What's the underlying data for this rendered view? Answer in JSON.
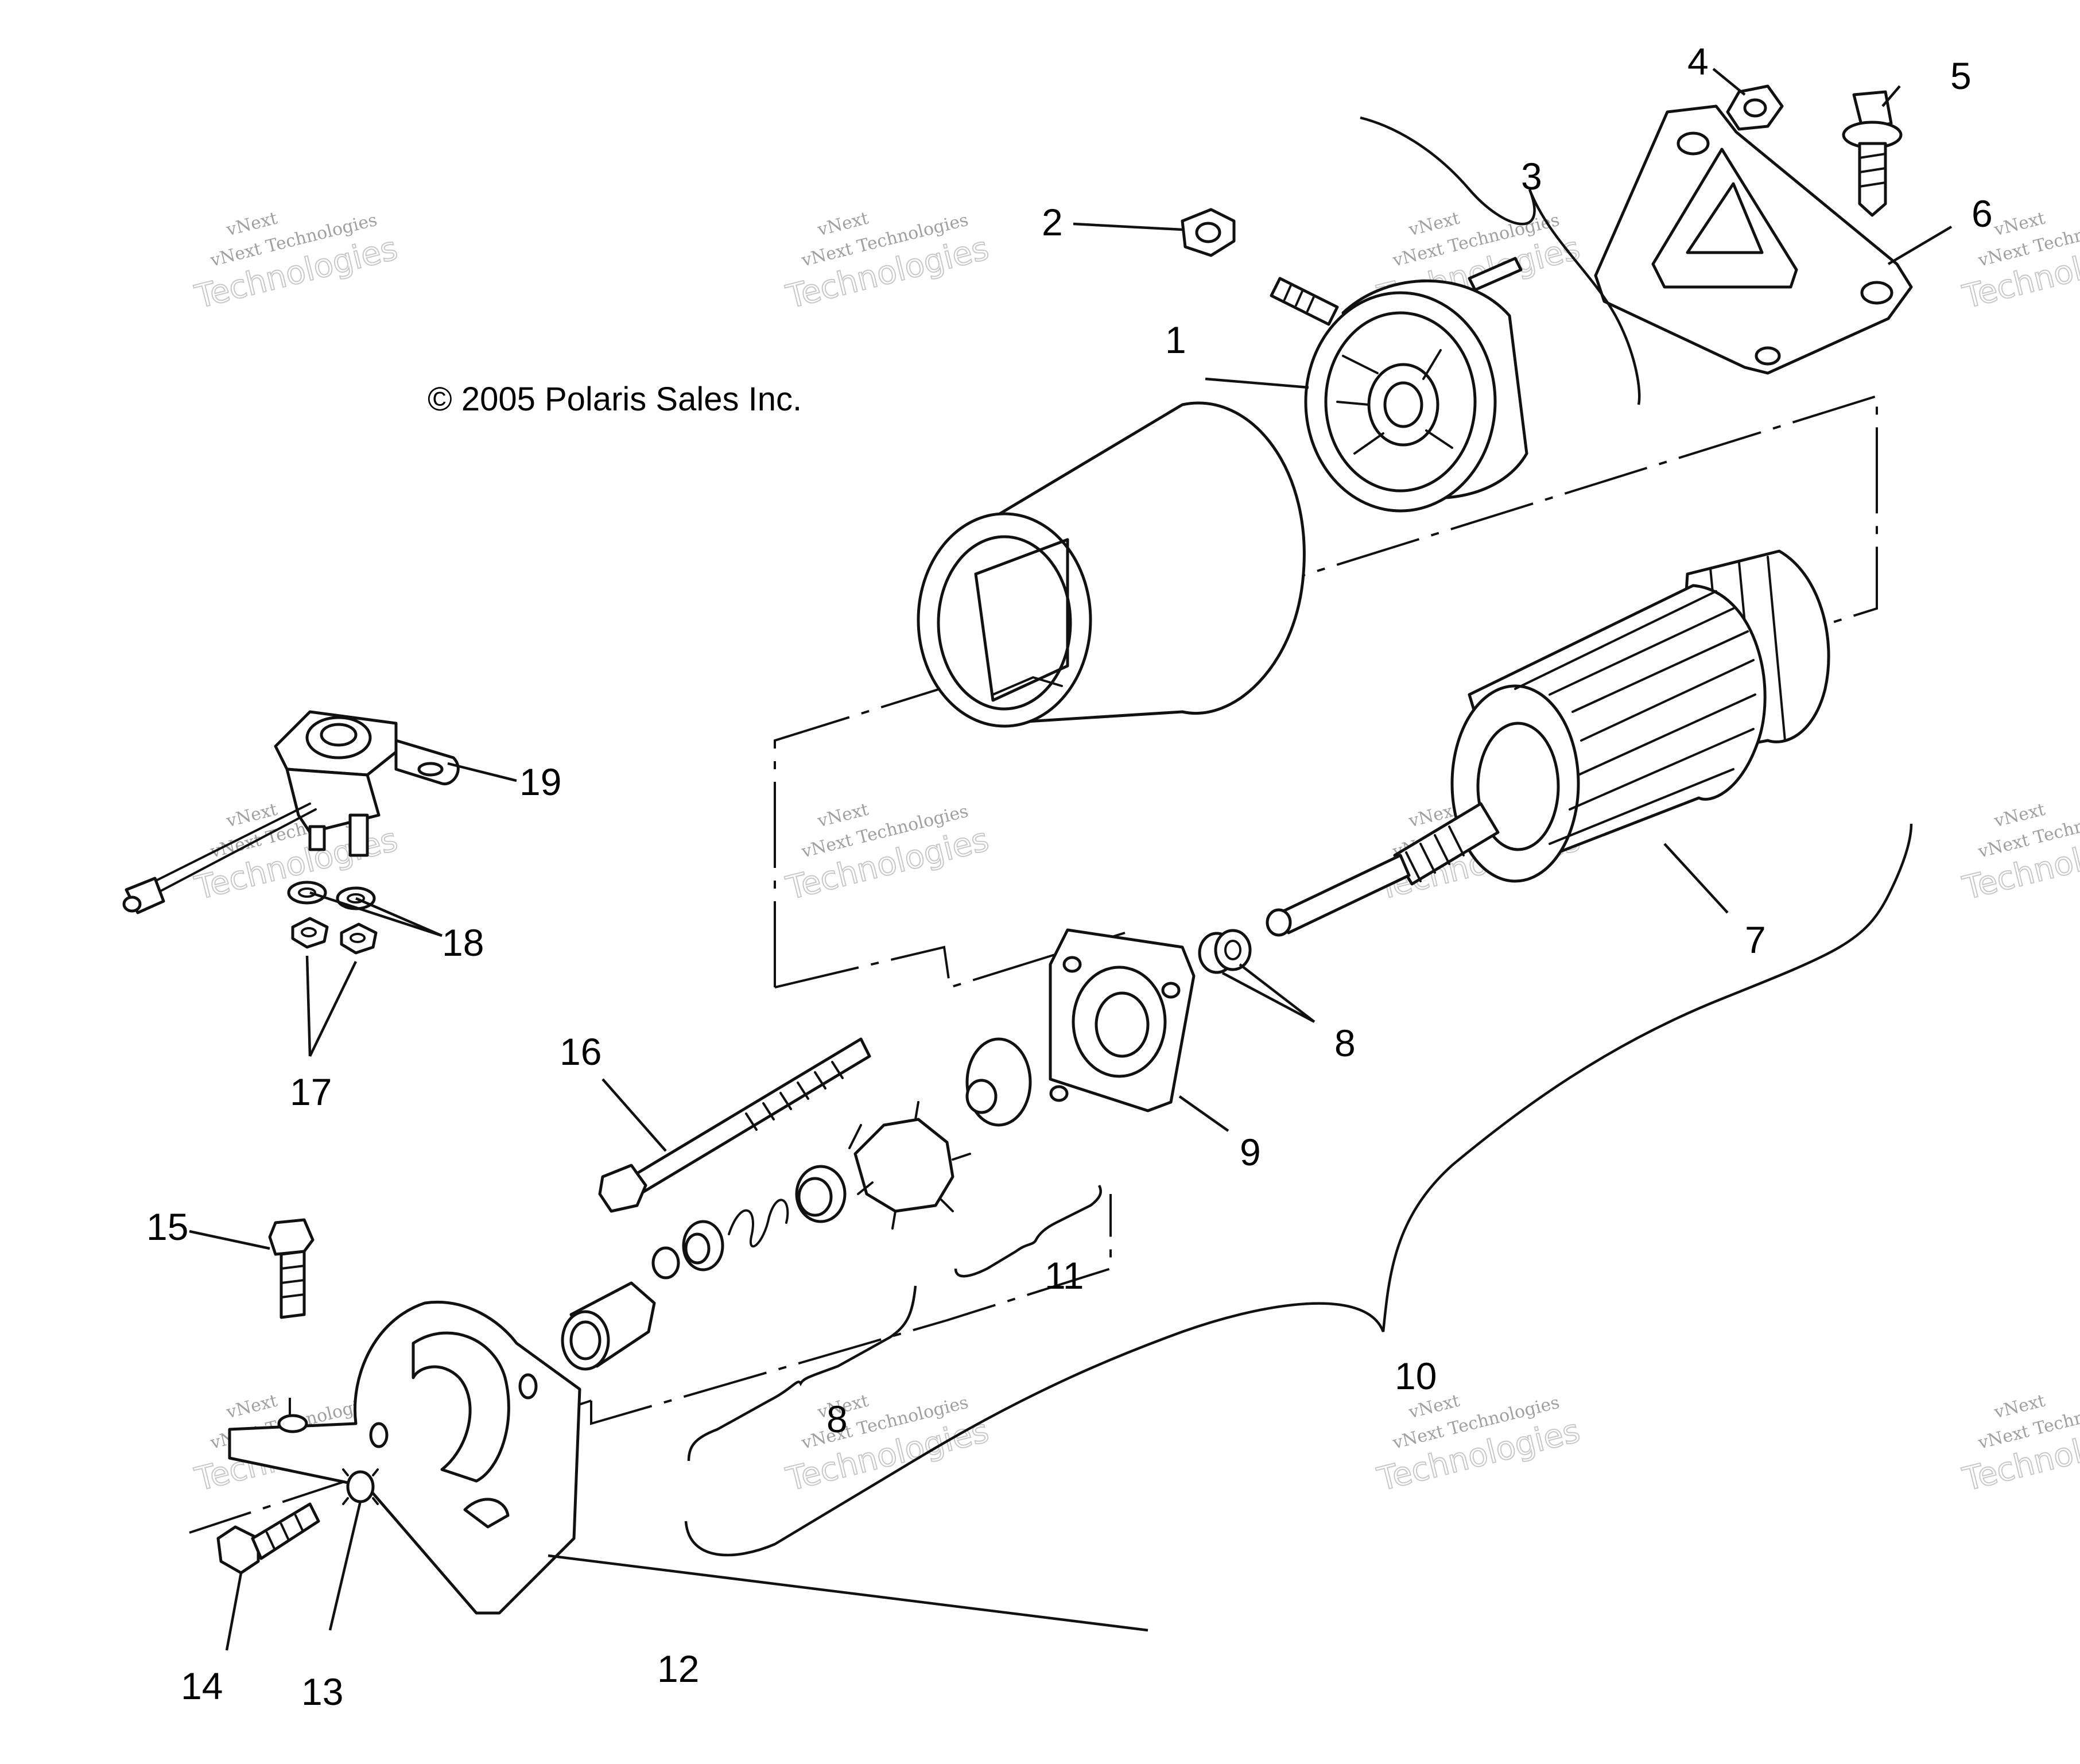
{
  "copyright": "© 2005 Polaris Sales Inc.",
  "watermark": {
    "line1": "vNext",
    "line2": "vNext Technologies",
    "line3": "Technologies"
  },
  "callouts": {
    "c1": "1",
    "c2": "2",
    "c3": "3",
    "c4": "4",
    "c5": "5",
    "c6": "6",
    "c7": "7",
    "c8a": "8",
    "c8b": "8",
    "c9": "9",
    "c10": "10",
    "c11": "11",
    "c12": "12",
    "c13": "13",
    "c14": "14",
    "c15": "15",
    "c16": "16",
    "c17": "17",
    "c18": "18",
    "c19": "19"
  },
  "colors": {
    "line": "#111111",
    "background": "#ffffff",
    "watermark": "#a0a0a0"
  }
}
